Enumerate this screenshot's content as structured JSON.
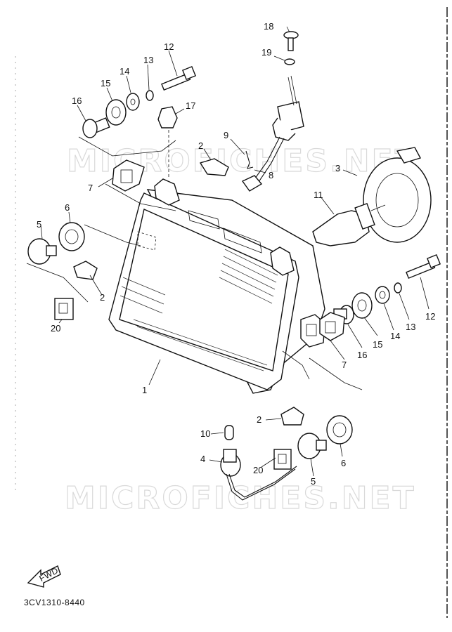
{
  "watermark": "MICROFICHES.NET",
  "drawing_code": "3CV1310-8440",
  "fwd_label": "FWD",
  "callouts": [
    {
      "id": "c1",
      "text": "1"
    },
    {
      "id": "c2a",
      "text": "2"
    },
    {
      "id": "c2b",
      "text": "2"
    },
    {
      "id": "c2c",
      "text": "2"
    },
    {
      "id": "c3",
      "text": "3"
    },
    {
      "id": "c4",
      "text": "4"
    },
    {
      "id": "c5a",
      "text": "5"
    },
    {
      "id": "c5b",
      "text": "5"
    },
    {
      "id": "c6a",
      "text": "6"
    },
    {
      "id": "c6b",
      "text": "6"
    },
    {
      "id": "c7a",
      "text": "7"
    },
    {
      "id": "c7b",
      "text": "7"
    },
    {
      "id": "c8",
      "text": "8"
    },
    {
      "id": "c9",
      "text": "9"
    },
    {
      "id": "c10",
      "text": "10"
    },
    {
      "id": "c11",
      "text": "11"
    },
    {
      "id": "c12a",
      "text": "12"
    },
    {
      "id": "c12b",
      "text": "12"
    },
    {
      "id": "c13a",
      "text": "13"
    },
    {
      "id": "c13b",
      "text": "13"
    },
    {
      "id": "c14a",
      "text": "14"
    },
    {
      "id": "c14b",
      "text": "14"
    },
    {
      "id": "c15a",
      "text": "15"
    },
    {
      "id": "c15b",
      "text": "15"
    },
    {
      "id": "c16a",
      "text": "16"
    },
    {
      "id": "c16b",
      "text": "16"
    },
    {
      "id": "c17",
      "text": "17"
    },
    {
      "id": "c18",
      "text": "18"
    },
    {
      "id": "c19",
      "text": "19"
    },
    {
      "id": "c20a",
      "text": "20"
    },
    {
      "id": "c20b",
      "text": "20"
    }
  ]
}
